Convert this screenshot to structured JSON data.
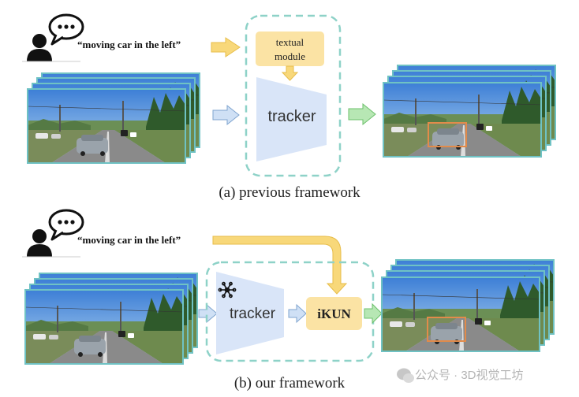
{
  "panel_a": {
    "quote": "“moving car in the left”",
    "textual_module_line1": "textual",
    "textual_module_line2": "module",
    "tracker_label": "tracker",
    "caption": "(a) previous framework"
  },
  "panel_b": {
    "quote": "“moving car in the left”",
    "tracker_label": "tracker",
    "ikun_label": "iKUN",
    "caption": "(b) our framework"
  },
  "watermark": {
    "text": "公众号 · 3D视觉工坊"
  },
  "colors": {
    "frame_border": "#6fc2c4",
    "dashed_border": "#8ed2c8",
    "tracker_fill": "#d9e5f8",
    "module_fill": "#fbe3a4",
    "arrow_yellow": "#f8d87a",
    "arrow_blue": "#cfe0f5",
    "arrow_green": "#b7e7b4",
    "detection_box": "#e28b4a",
    "person": "#111111"
  },
  "icons": [
    "person-icon",
    "speech-bubble-icon",
    "snowflake-icon",
    "wechat-icon"
  ]
}
